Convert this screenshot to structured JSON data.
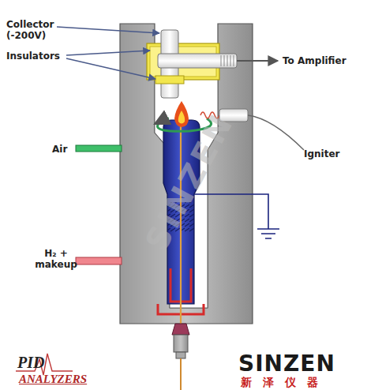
{
  "diagram": {
    "labels": [
      "Collector (-200V)",
      "Insulators",
      "To Amplifier",
      "Air",
      "Igniter",
      "H₂ + makeup",
      "SINZEN",
      "PID",
      "ANALYZERS",
      "SINZEN",
      "新泽仪器"
    ]
  }
}
